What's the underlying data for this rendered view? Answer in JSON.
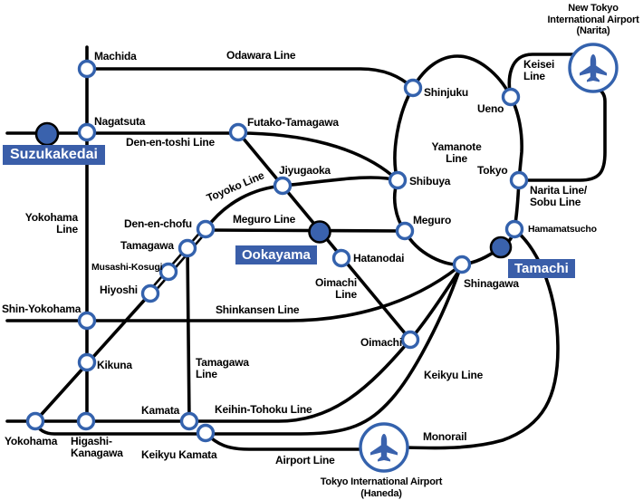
{
  "colors": {
    "line": "#000000",
    "station_ring": "#3462ad",
    "station_fill": "#ffffff",
    "highlight_fill": "#3a62ad",
    "label_box_bg": "#3a5ea9",
    "label_box_text": "#ffffff",
    "airport_blue": "#3462ad"
  },
  "stations": {
    "machida": "Machida",
    "nagatsuta": "Nagatsuta",
    "suzukakedai": "Suzukakedai",
    "futako_tamagawa": "Futako-Tamagawa",
    "jiyugaoka": "Jiyugaoka",
    "shinjuku": "Shinjuku",
    "ueno": "Ueno",
    "shibuya": "Shibuya",
    "tokyo": "Tokyo",
    "meguro": "Meguro",
    "hamamatsucho": "Hamamatsucho",
    "den_en_chofu": "Den-en-chofu",
    "tamagawa": "Tamagawa",
    "musashi_kosugi": "Musashi-Kosugi",
    "hiyoshi": "Hiyoshi",
    "ookayama": "Ookayama",
    "hatanodai": "Hatanodai",
    "tamachi": "Tamachi",
    "shinagawa": "Shinagawa",
    "shin_yokohama": "Shin-Yokohama",
    "kikuna": "Kikuna",
    "oimachi": "Oimachi",
    "yokohama": "Yokohama",
    "higashi_kanagawa": "Higashi-\nKanagawa",
    "kamata": "Kamata",
    "keikyu_kamata": "Keikyu Kamata"
  },
  "lines": {
    "odawara": "Odawara Line",
    "den_en_toshi": "Den-en-toshi Line",
    "toyoko": "Toyoko Line",
    "meguro_line": "Meguro Line",
    "yamanote": "Yamanote\nLine",
    "keisei": "Keisei\nLine",
    "narita_sobu": "Narita Line/\nSobu Line",
    "yokohama_line": "Yokohama\nLine",
    "oimachi_line": "Oimachi\nLine",
    "shinkansen": "Shinkansen Line",
    "tamagawa_line": "Tamagawa\nLine",
    "keihin_tohoku": "Keihin-Tohoku Line",
    "keikyu": "Keikyu Line",
    "airport_line": "Airport Line",
    "monorail": "Monorail"
  },
  "airports": {
    "narita": "New Tokyo\nInternational Airport\n(Narita)",
    "haneda": "Tokyo International Airport\n(Haneda)"
  }
}
